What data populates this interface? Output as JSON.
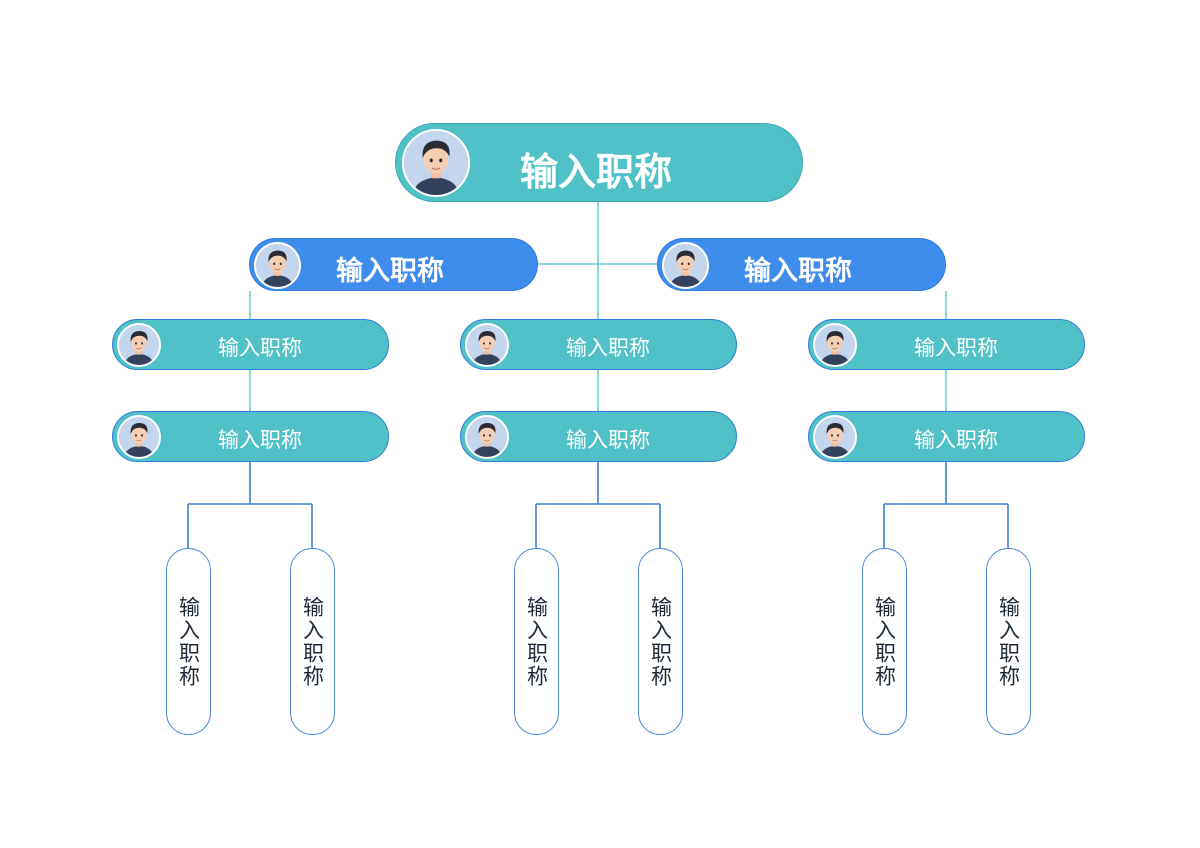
{
  "colors": {
    "teal": "#4fc1c7",
    "blue": "#3e8cec",
    "teal_border": "#3aa9b3",
    "blue_border": "#2f7ddc",
    "line_teal": "#4fc1c7",
    "line_blue": "#3d7fce"
  },
  "root": {
    "label": "输入职称",
    "avatar_icon": "person-avatar-icon"
  },
  "managers": [
    {
      "label": "输入职称",
      "avatar_icon": "person-avatar-icon"
    },
    {
      "label": "输入职称",
      "avatar_icon": "person-avatar-icon"
    }
  ],
  "columns": [
    {
      "staff": [
        {
          "label": "输入职称"
        },
        {
          "label": "输入职称"
        }
      ],
      "leaves": [
        {
          "label": "输入职称"
        },
        {
          "label": "输入职称"
        }
      ]
    },
    {
      "staff": [
        {
          "label": "输入职称"
        },
        {
          "label": "输入职称"
        }
      ],
      "leaves": [
        {
          "label": "输入职称"
        },
        {
          "label": "输入职称"
        }
      ]
    },
    {
      "staff": [
        {
          "label": "输入职称"
        },
        {
          "label": "输入职称"
        }
      ],
      "leaves": [
        {
          "label": "输入职称"
        },
        {
          "label": "输入职称"
        }
      ]
    }
  ]
}
